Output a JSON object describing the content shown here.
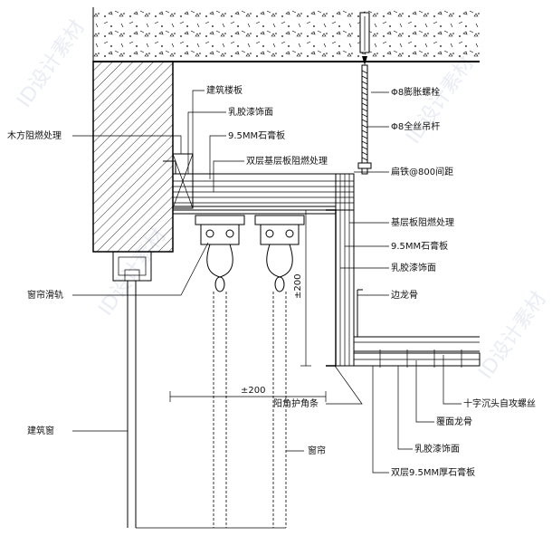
{
  "labels": {
    "building_slab": "建筑楼板",
    "latex_paint_top": "乳胶漆饰面",
    "wood_fireproof": "木方阻燃处理",
    "gypsum_top": "9.5MM石膏板",
    "double_base_fireproof": "双层基层板阻燃处理",
    "expansion_bolt": "Φ8膨胀螺栓",
    "threaded_rod": "Φ8全丝吊杆",
    "flat_iron": "扁铁@800间距",
    "base_board_fireproof": "基层板阻燃处理",
    "gypsum_side": "9.5MM石膏板",
    "latex_paint_side": "乳胶漆饰面",
    "edge_keel": "边龙骨",
    "curtain_track": "窗帘滑轨",
    "building_window": "建筑窗",
    "corner_guard": "阳角护角条",
    "curtain": "窗帘",
    "cross_screw": "十字沉头自攻螺丝",
    "cover_keel": "覆面龙骨",
    "latex_paint_bottom": "乳胶漆饰面",
    "double_gypsum": "双层9.5MM厚石膏板"
  },
  "dimensions": {
    "horizontal": "±200",
    "vertical": "±200"
  }
}
